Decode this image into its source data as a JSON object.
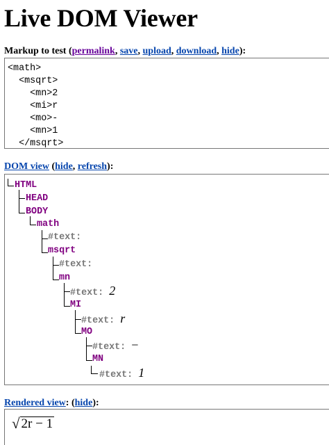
{
  "page": {
    "title": "Live DOM Viewer"
  },
  "markup_section": {
    "label": "Markup to test",
    "links": [
      "permalink",
      "save",
      "upload",
      "download",
      "hide"
    ],
    "markup": "<math>\n  <msqrt>\n    <mn>2\n    <mi>r\n    <mo>-\n    <mn>1\n  </msqrt>"
  },
  "dom_section": {
    "label_link": "DOM view",
    "links": [
      "hide",
      "refresh"
    ],
    "tree": {
      "html": "HTML",
      "head": "HEAD",
      "body": "BODY",
      "math": "math",
      "text_label": "#text:",
      "msqrt": "msqrt",
      "mn": "mn",
      "text_2": "2",
      "mi": "MI",
      "text_r": "r",
      "mo": "MO",
      "text_minus": "−",
      "mn2": "MN",
      "text_1": "1"
    }
  },
  "rendered_section": {
    "label_link": "Rendered view",
    "links": [
      "hide"
    ],
    "math": {
      "sqrt_sign": "√",
      "radicand": "2r − 1"
    }
  }
}
